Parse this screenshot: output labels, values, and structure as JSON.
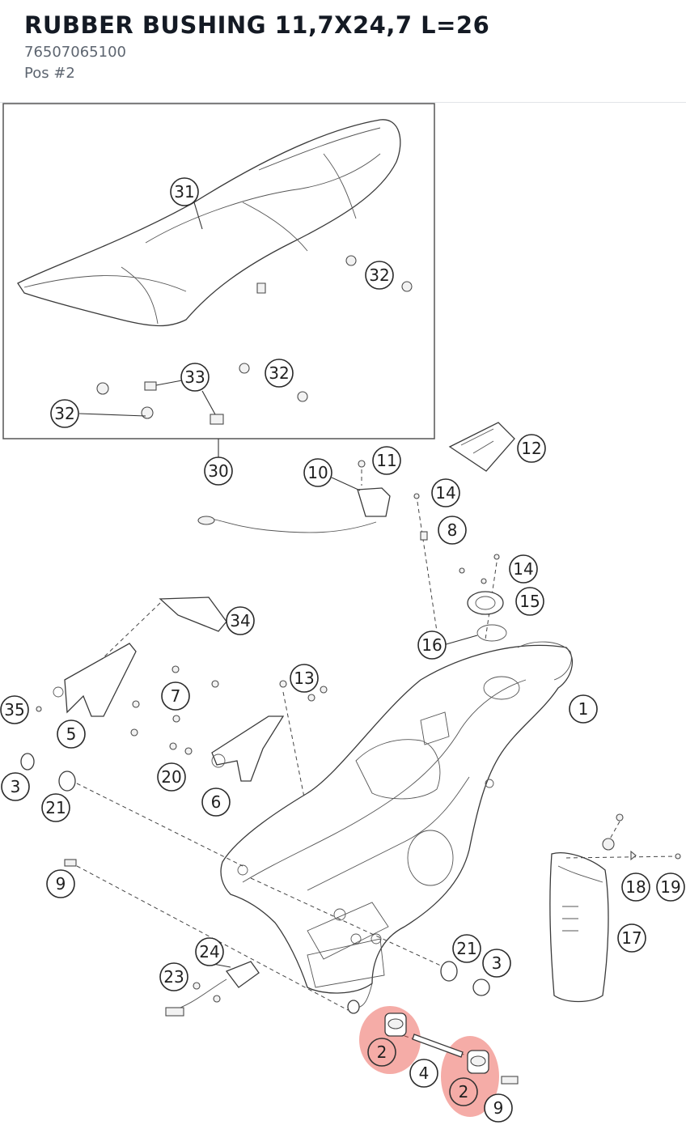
{
  "header": {
    "title": "RUBBER BUSHING 11,7X24,7 L=26",
    "part_number": "76507065100",
    "position": "Pos #2"
  },
  "diagram": {
    "highlight_color": "#e8463c",
    "callouts": {
      "c31": "31",
      "c32a": "32",
      "c32b": "32",
      "c32c": "32",
      "c33": "33",
      "c30": "30",
      "c10": "10",
      "c11": "11",
      "c12": "12",
      "c14a": "14",
      "c8": "8",
      "c14b": "14",
      "c15": "15",
      "c16": "16",
      "c34": "34",
      "c13": "13",
      "c1": "1",
      "c7": "7",
      "c35": "35",
      "c5": "5",
      "c6": "6",
      "c20": "20",
      "c3a": "3",
      "c21a": "21",
      "c9a": "9",
      "c18": "18",
      "c19": "19",
      "c17": "17",
      "c24": "24",
      "c21b": "21",
      "c3b": "3",
      "c23": "23",
      "c2a": "2",
      "c4": "4",
      "c2b": "2",
      "c9b": "9"
    }
  }
}
